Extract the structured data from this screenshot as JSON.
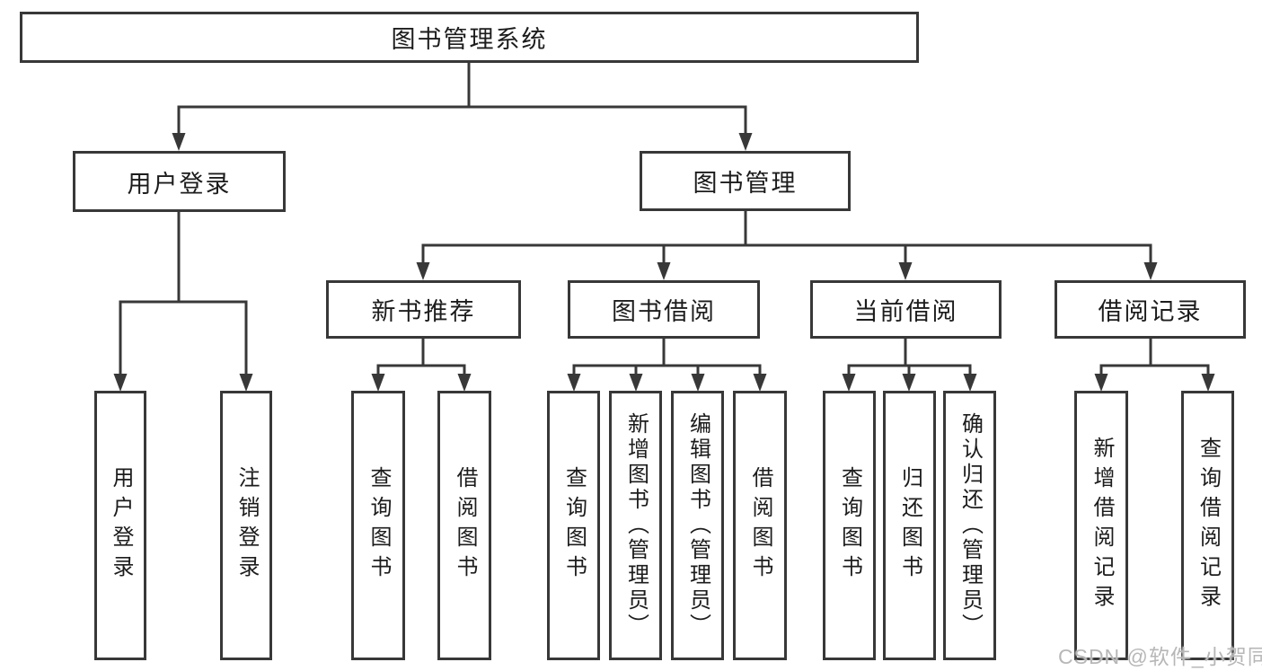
{
  "diagram": {
    "root": "图书管理系统",
    "level2": {
      "userLogin": "用户登录",
      "bookMgmt": "图书管理"
    },
    "level3": {
      "newBookRec": "新书推荐",
      "bookBorrow": "图书借阅",
      "currentBorrow": "当前借阅",
      "borrowRecord": "借阅记录"
    },
    "leaves": {
      "userLogin": {
        "login": "用户登录",
        "logout": "注销登录"
      },
      "newBookRec": {
        "query": "查询图书",
        "borrow": "借阅图书"
      },
      "bookBorrow": {
        "query": "查询图书",
        "add": "新增图书（管理员）",
        "edit": "编辑图书（管理员）",
        "borrow": "借阅图书"
      },
      "currentBorrow": {
        "query": "查询图书",
        "return": "归还图书",
        "confirmReturn": "确认归还（管理员）"
      },
      "borrowRecord": {
        "addRecord": "新增借阅记录",
        "queryRecord": "查询借阅记录"
      }
    }
  },
  "watermark": {
    "text": "CSDN @软件_小贺同学"
  },
  "colors": {
    "line": "#383838",
    "text": "#1c1c1c",
    "background": "#ffffff",
    "watermark": "#b7b7b7"
  }
}
